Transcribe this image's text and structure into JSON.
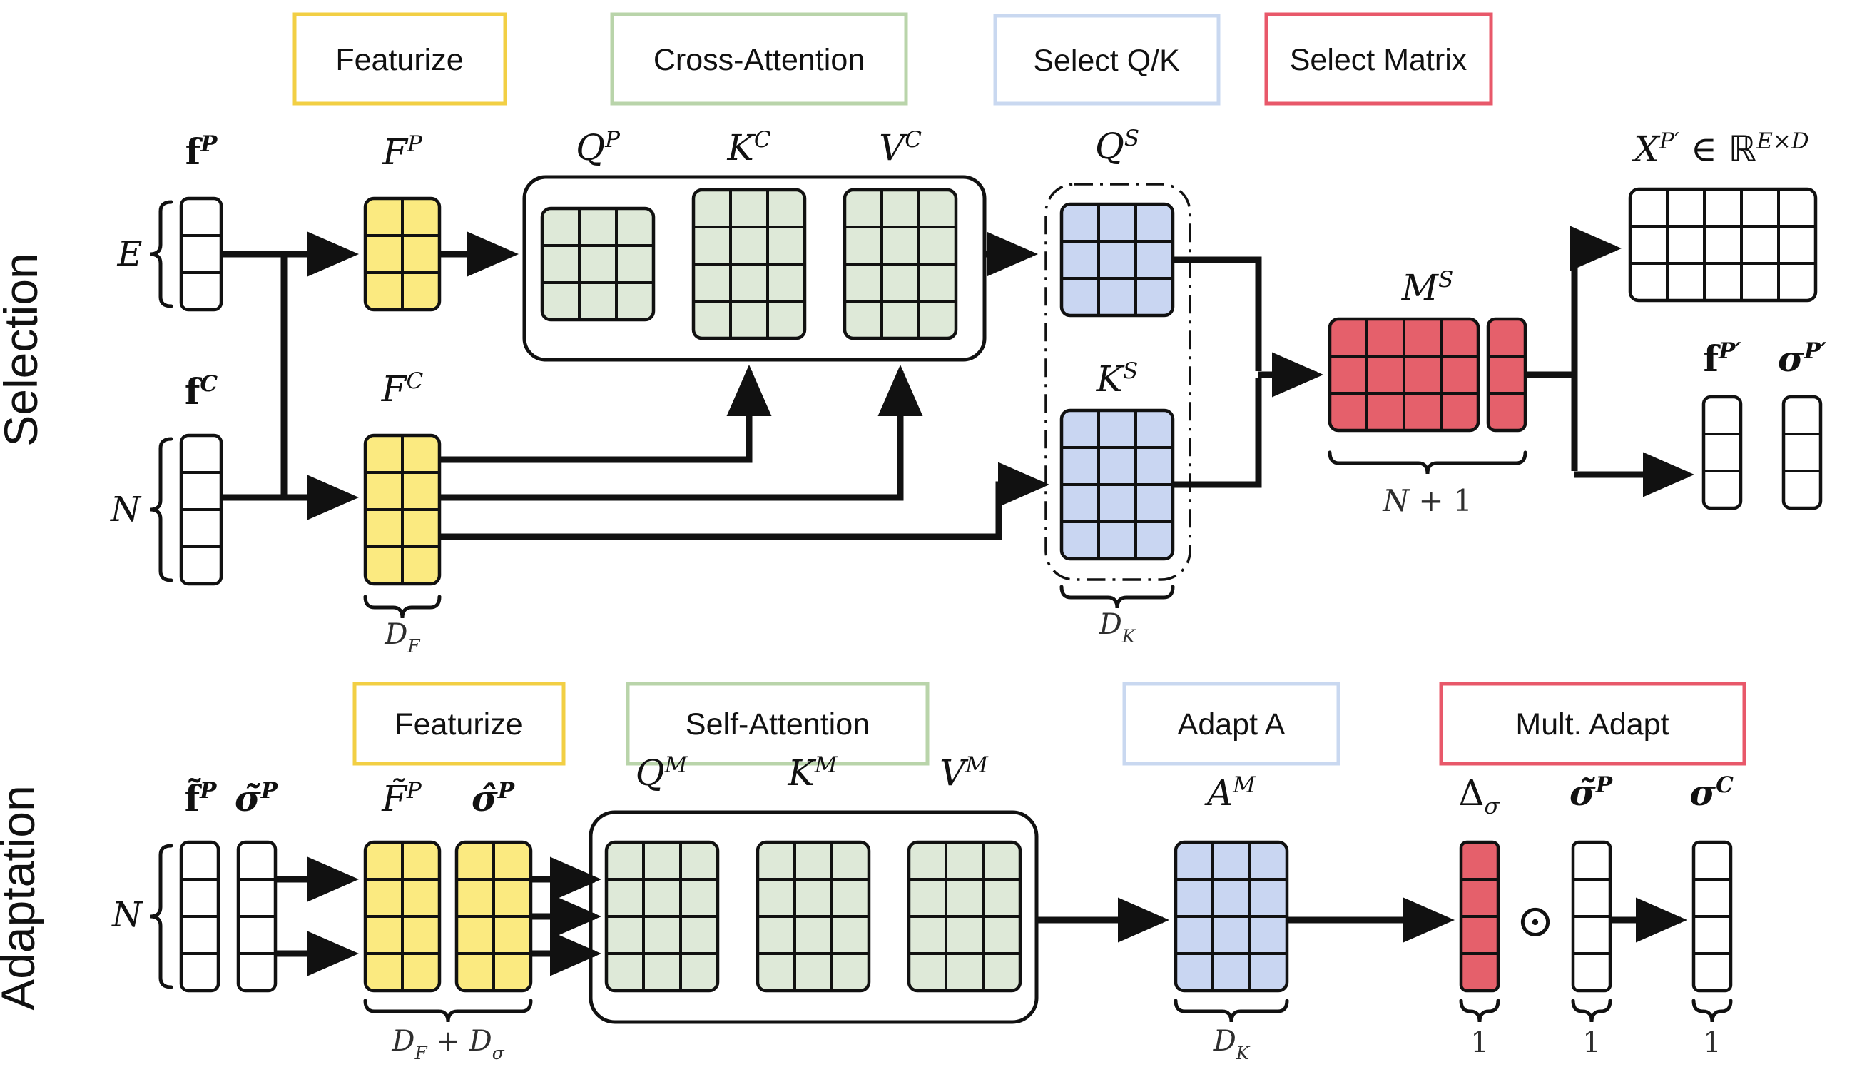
{
  "row_labels": {
    "selection": "Selection",
    "adaptation": "Adaptation"
  },
  "boxes": {
    "featurize_sel": "Featurize",
    "cross_attention": "Cross-Attention",
    "select_qk": "Select Q/K",
    "select_matrix": "Select Matrix",
    "featurize_adapt": "Featurize",
    "self_attention": "Self-Attention",
    "adapt_a": "Adapt A",
    "mult_adapt": "Mult. Adapt"
  },
  "math": {
    "fP": {
      "base": "f",
      "sup": "P"
    },
    "FP": {
      "base": "F",
      "sup": "P"
    },
    "QP": {
      "base": "Q",
      "sup": "P"
    },
    "KC": {
      "base": "K",
      "sup": "C"
    },
    "VC": {
      "base": "V",
      "sup": "C"
    },
    "QS": {
      "base": "Q",
      "sup": "S"
    },
    "KS": {
      "base": "K",
      "sup": "S"
    },
    "MS": {
      "base": "M",
      "sup": "S"
    },
    "fC": {
      "base": "f",
      "sup": "C"
    },
    "FC": {
      "base": "F",
      "sup": "C"
    },
    "XP": {
      "base": "X",
      "sup": "P′",
      "mid": " ∈ ℝ",
      "sup2": "E×D"
    },
    "fP_out": {
      "base": "f",
      "sup": "P′"
    },
    "sP_out": {
      "base": "σ",
      "sup": "P′"
    },
    "E": "E",
    "N_sel": "N",
    "N_adapt": "N",
    "DF": {
      "base": "D",
      "sub": "F"
    },
    "DK_sel": {
      "base": "D",
      "sub": "K"
    },
    "N1": {
      "base": "N",
      "rest": " + 1"
    },
    "ftP": {
      "base": "f̃",
      "sup": "P"
    },
    "stP": {
      "base": "σ̃",
      "sup": "P"
    },
    "FtP": {
      "base": "F̃",
      "sup": "P"
    },
    "shP": {
      "base": "σ̂",
      "sup": "P"
    },
    "QM": {
      "base": "Q",
      "sup": "M"
    },
    "KM": {
      "base": "K",
      "sup": "M"
    },
    "VM": {
      "base": "V",
      "sup": "M"
    },
    "AM": {
      "base": "A",
      "sup": "M"
    },
    "DFDs": {
      "base": "D",
      "sub": "F",
      "mid": " + D",
      "sub2": "σ"
    },
    "DK_adapt": {
      "base": "D",
      "sub": "K"
    },
    "delta": {
      "base": "Δ",
      "sub": "σ"
    },
    "odot": "⊙",
    "stP_out": {
      "base": "σ̃",
      "sup": "P"
    },
    "sC": {
      "base": "σ",
      "sup": "C"
    },
    "one_delta": "1",
    "one_sigma": "1",
    "one_sC": "1"
  },
  "palette": {
    "gold": "#F2CF44",
    "yellow": "#FBEA80",
    "green": "#DEE9D8",
    "green_border": "#B9D4AA",
    "blue": "#C9D6F2",
    "blue_border": "#C9D8F0",
    "red": "#E5606B",
    "red_border": "#E8586A",
    "ink": "#111111",
    "white": "#ffffff"
  },
  "matrices": {
    "fP": {
      "cols": 1,
      "rows": 3,
      "color": "white"
    },
    "FP": {
      "cols": 2,
      "rows": 3,
      "color": "yellow"
    },
    "QP": {
      "cols": 3,
      "rows": 3,
      "color": "green"
    },
    "KC": {
      "cols": 3,
      "rows": 4,
      "color": "green"
    },
    "VC": {
      "cols": 3,
      "rows": 4,
      "color": "green"
    },
    "QS": {
      "cols": 3,
      "rows": 3,
      "color": "blue"
    },
    "KS": {
      "cols": 3,
      "rows": 4,
      "color": "blue"
    },
    "fC": {
      "cols": 1,
      "rows": 4,
      "color": "white"
    },
    "FC": {
      "cols": 2,
      "rows": 4,
      "color": "yellow"
    },
    "MS": {
      "cols": 4,
      "rows": 3,
      "color": "red"
    },
    "MS_col": {
      "cols": 1,
      "rows": 3,
      "color": "red"
    },
    "XP": {
      "cols": 5,
      "rows": 3,
      "color": "white"
    },
    "fP_out": {
      "cols": 1,
      "rows": 3,
      "color": "white"
    },
    "sP_out": {
      "cols": 1,
      "rows": 3,
      "color": "white"
    },
    "ftP": {
      "cols": 1,
      "rows": 4,
      "color": "white"
    },
    "stP": {
      "cols": 1,
      "rows": 4,
      "color": "white"
    },
    "FtP": {
      "cols": 2,
      "rows": 4,
      "color": "yellow"
    },
    "shP": {
      "cols": 2,
      "rows": 4,
      "color": "yellow"
    },
    "QM": {
      "cols": 3,
      "rows": 4,
      "color": "green"
    },
    "KM": {
      "cols": 3,
      "rows": 4,
      "color": "green"
    },
    "VM": {
      "cols": 3,
      "rows": 4,
      "color": "green"
    },
    "AM": {
      "cols": 3,
      "rows": 4,
      "color": "blue"
    },
    "delta": {
      "cols": 1,
      "rows": 4,
      "color": "red"
    },
    "stP_out": {
      "cols": 1,
      "rows": 4,
      "color": "white"
    },
    "sC": {
      "cols": 1,
      "rows": 4,
      "color": "white"
    }
  }
}
